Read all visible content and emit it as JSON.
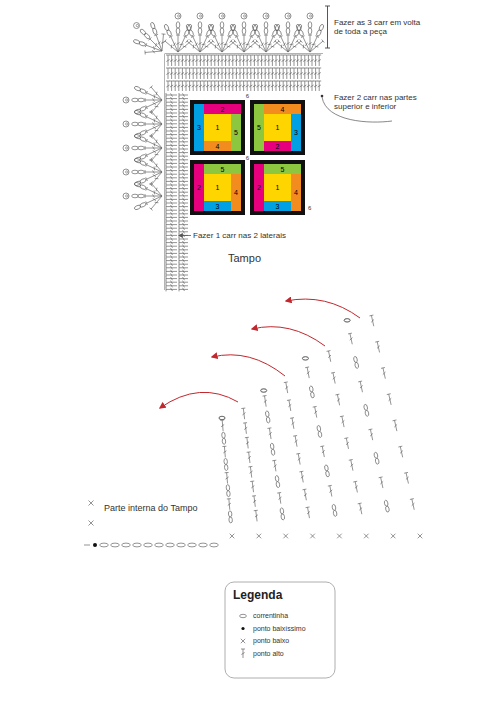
{
  "diagram": {
    "nodes": [
      {
        "text": [
          "2"
        ]
      },
      {
        "text": [
          "3"
        ]
      },
      {
        "text": [
          "1"
        ]
      },
      {
        "text": [
          "5"
        ]
      },
      {
        "text": [
          "4"
        ]
      },
      {
        "text": [
          "4"
        ]
      },
      {
        "text": [
          "5"
        ]
      },
      {
        "text": [
          "1"
        ]
      },
      {
        "text": [
          "3"
        ]
      },
      {
        "text": [
          "2"
        ]
      },
      {
        "text": [
          "5"
        ]
      },
      {
        "text": [
          "2"
        ]
      },
      {
        "text": [
          "1"
        ]
      },
      {
        "text": [
          "4"
        ]
      },
      {
        "text": [
          "3"
        ]
      },
      {
        "text": [
          "5"
        ]
      },
      {
        "text": [
          "2"
        ]
      },
      {
        "text": [
          "1"
        ]
      },
      {
        "text": [
          "4"
        ]
      },
      {
        "text": [
          "3"
        ]
      }
    ],
    "labels": [
      "Fazer as 3 carr em volta de toda a peça",
      "Fazer 2 carr nas partes superior e inferior",
      "6",
      "6",
      "6",
      "Fazer 1 carr nas 2 laterais",
      "Tampo",
      "Parte interna do Tampo",
      "Legenda"
    ],
    "legend": [
      {
        "text": "correntinha"
      },
      {
        "text": "ponto baixíssimo"
      },
      {
        "text": "ponto baixo"
      },
      {
        "text": "ponto alto"
      }
    ]
  }
}
